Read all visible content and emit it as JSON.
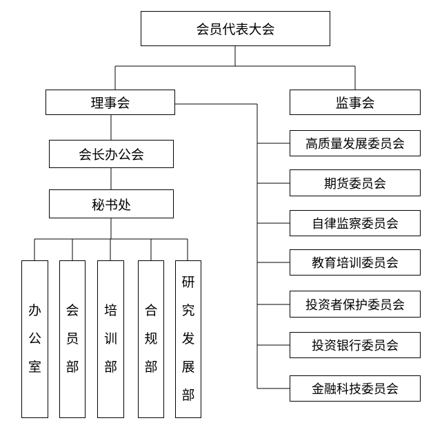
{
  "org_chart": {
    "root": "会员代表大会",
    "council": "理事会",
    "supervisory_board": "监事会",
    "presidents_office": "会长办公会",
    "secretariat": "秘书处",
    "departments": [
      "办公室",
      "会员部",
      "培训部",
      "合规部",
      "研究发展部"
    ],
    "committees": [
      "高质量发展委员会",
      "期货委员会",
      "自律监察委员会",
      "教育培训委员会",
      "投资者保护委员会",
      "投资银行委员会",
      "金融科技委员会"
    ]
  },
  "colors": {
    "line": "#000000",
    "box_border": "#000000",
    "background": "#ffffff"
  }
}
